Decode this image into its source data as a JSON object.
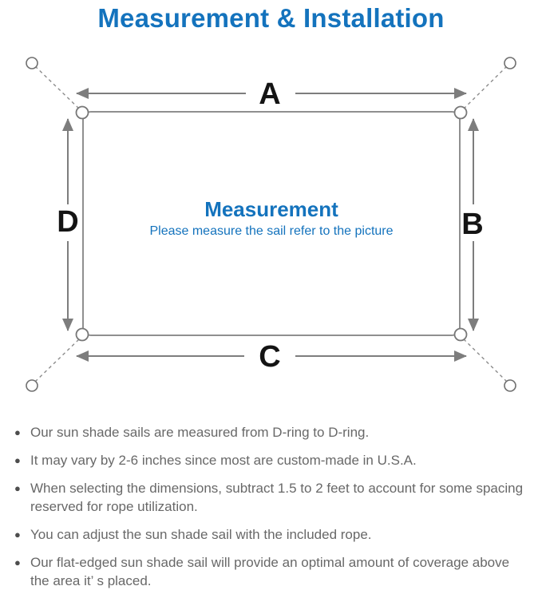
{
  "page": {
    "title": "Measurement & Installation",
    "background": "#ffffff"
  },
  "diagram": {
    "dimension_labels": {
      "top": "A",
      "right": "B",
      "bottom": "C",
      "left": "D"
    },
    "center": {
      "heading": "Measurement",
      "subheading": "Please measure the sail refer to the picture"
    },
    "colors": {
      "accent_blue": "#1473bd",
      "line_gray": "#7d7d7d",
      "sail_border_gray": "#8f8f8f",
      "label_black": "#141414",
      "note_text_gray": "#686868"
    }
  },
  "notes": {
    "bullet_glyph": "●",
    "items": [
      {
        "text": "Our sun shade sails are measured from D-ring to D-ring."
      },
      {
        "text": "It may vary by 2-6 inches since most are custom-made in U.S.A."
      },
      {
        "text": "When selecting the dimensions, subtract 1.5 to 2 feet to account for some spacing reserved for rope utilization."
      },
      {
        "text": "You can adjust the sun shade sail with the included rope."
      },
      {
        "text": "Our flat-edged sun shade sail will provide an optimal amount of coverage above the area it’ s placed."
      }
    ]
  }
}
